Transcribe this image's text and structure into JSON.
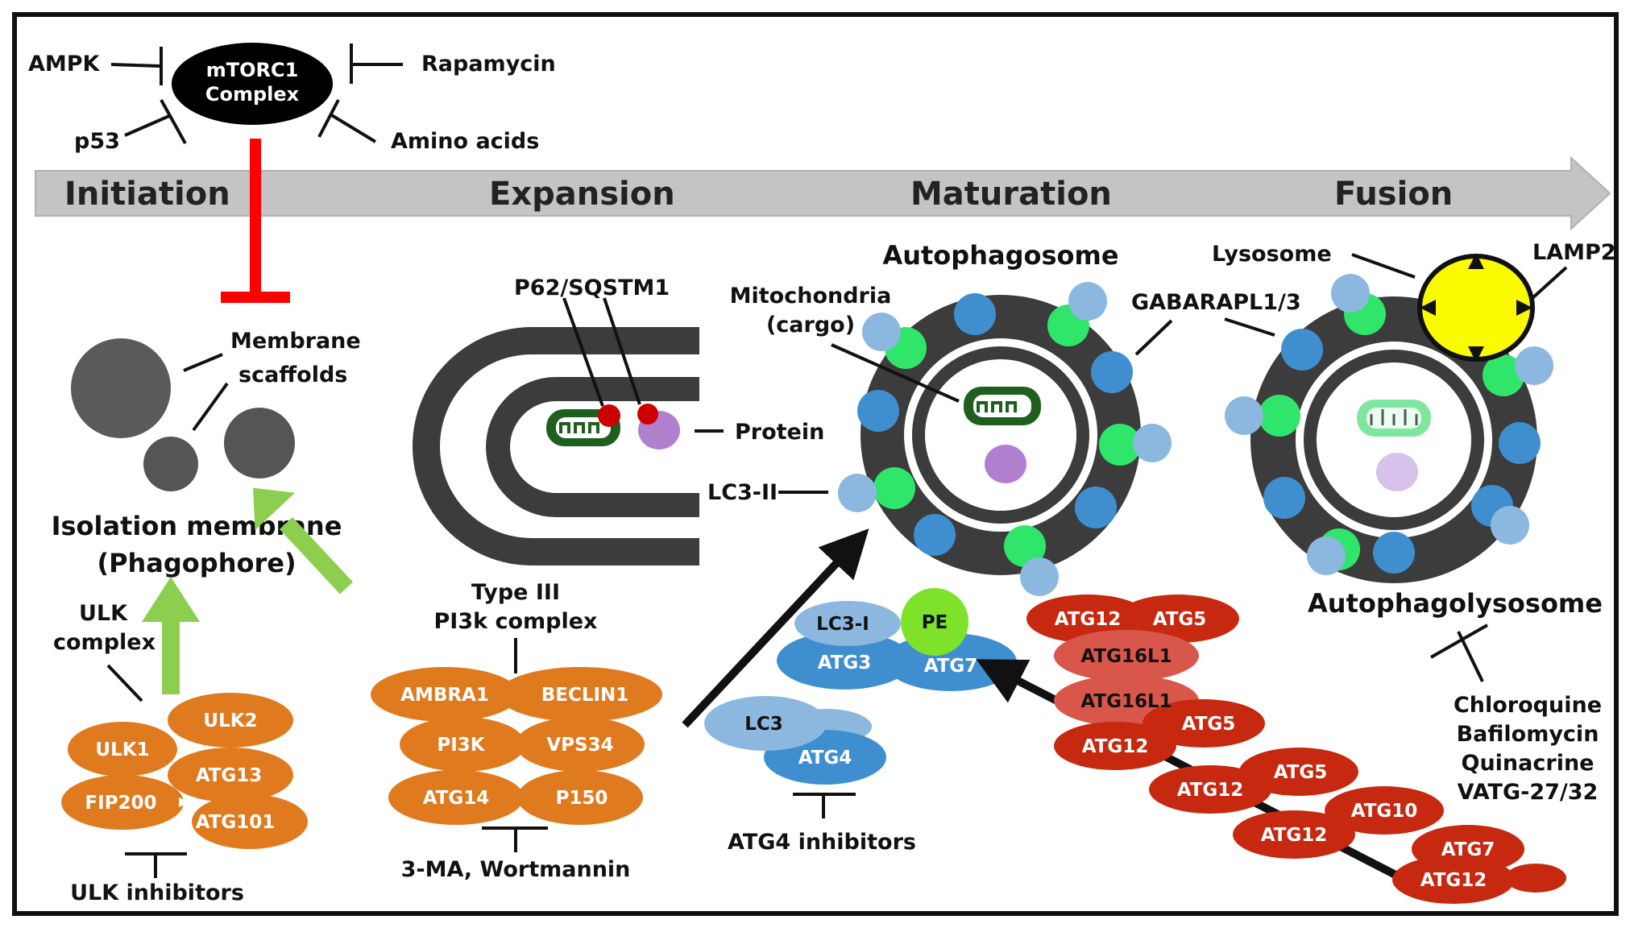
{
  "regulators": {
    "mtorc1_line1": "mTORC1",
    "mtorc1_line2": "Complex",
    "ampk": "AMPK",
    "p53": "p53",
    "rapamycin": "Rapamycin",
    "amino_acids": "Amino acids"
  },
  "stages": {
    "initiation": "Initiation",
    "expansion": "Expansion",
    "maturation": "Maturation",
    "fusion": "Fusion"
  },
  "initiation": {
    "membrane_scaffolds_1": "Membrane",
    "membrane_scaffolds_2": "scaffolds",
    "isolation_membrane_1": "Isolation membrane",
    "isolation_membrane_2": "(Phagophore)",
    "ulk_complex_1": "ULK",
    "ulk_complex_2": "complex",
    "ulk_inhibitors": "ULK inhibitors",
    "proteins": [
      "ULK1",
      "ULK2",
      "ATG13",
      "FIP200",
      "ATG101"
    ]
  },
  "expansion": {
    "p62": "P62/SQSTM1",
    "protein": "Protein",
    "lc3_ii": "LC3-II",
    "type3_1": "Type III",
    "type3_2": "PI3k complex",
    "inhibitors": "3-MA, Wortmannin",
    "proteins": [
      "AMBRA1",
      "BECLIN1",
      "PI3K",
      "VPS34",
      "ATG14",
      "P150"
    ]
  },
  "maturation": {
    "autophagosome": "Autophagosome",
    "mitochondria_1": "Mitochondria",
    "mitochondria_2": "(cargo)",
    "gabarapl": "GABARAPL1/3",
    "atg4_inhibitors": "ATG4 inhibitors",
    "lc3_pills": [
      "LC3-I",
      "ATG3",
      "PE",
      "ATG7",
      "LC3",
      "ATG4"
    ],
    "red_pills": [
      "ATG12",
      "ATG5",
      "ATG16L1",
      "ATG16L1",
      "ATG5",
      "ATG12",
      "ATG5",
      "ATG12",
      "ATG10",
      "ATG12",
      "ATG7",
      "ATG12"
    ]
  },
  "fusion": {
    "lysosome": "Lysosome",
    "lamp2": "LAMP2",
    "autophagolysosome": "Autophagolysosome",
    "inhibitors": [
      "Chloroquine",
      "Bafilomycin",
      "Quinacrine",
      "VATG-27/32"
    ]
  },
  "colors": {
    "orange": "#e07a1f",
    "red": "#c62810",
    "salmon": "#d9574a",
    "blue": "#3f8fd0",
    "light_blue": "#8cb8e0",
    "green": "#2fe66b",
    "yellow": "#fbfb00",
    "dark_gray": "#3c3c3c",
    "arrow_gray": "#c4c4c4",
    "light_green_arrow": "#8ccf4f",
    "inhibit_red": "#ff0000"
  }
}
